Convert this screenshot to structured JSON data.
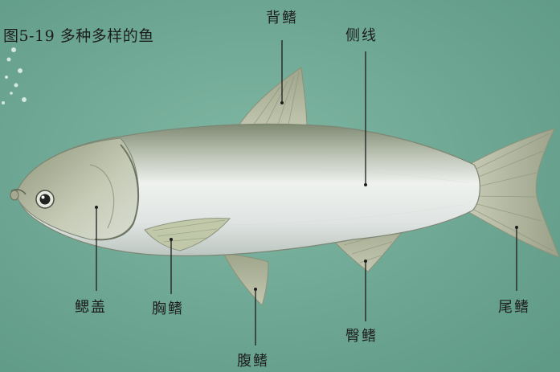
{
  "figure": {
    "caption": "图5-19  多种多样的鱼"
  },
  "labels": {
    "dorsal_fin": "背鳍",
    "lateral_line": "侧线",
    "gill_cover": "鳃盖",
    "pectoral_fin": "胸鳍",
    "pelvic_fin": "腹鳍",
    "anal_fin": "臀鳍",
    "caudal_fin": "尾鳍"
  },
  "colors": {
    "water": "#6fa995",
    "fish_back": "#86907a",
    "fish_belly": "#e8ecea",
    "fin": "#a7ab8f",
    "leader_line": "#1d1d1d"
  }
}
